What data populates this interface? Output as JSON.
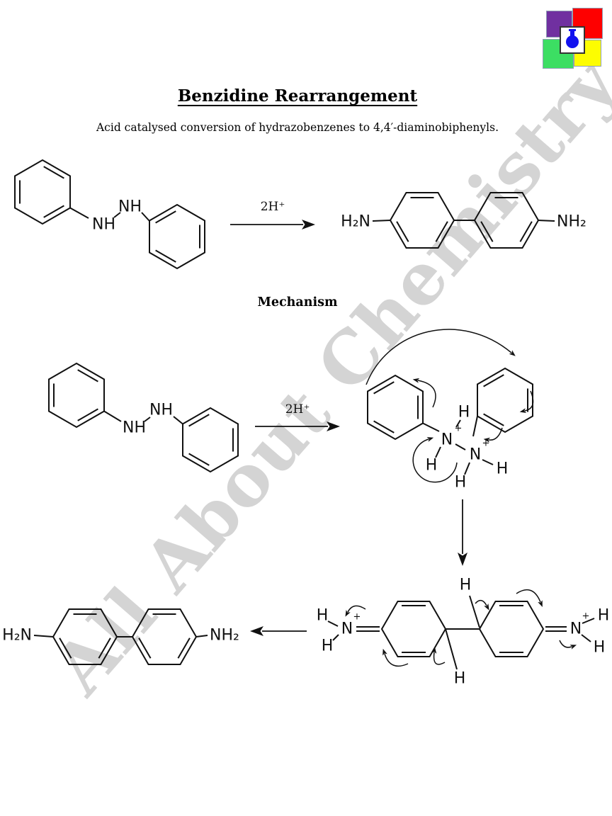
{
  "header": {
    "title": "Benzidine Rearrangement",
    "subtitle": "Acid catalysed conversion of hydrazobenzenes to 4,4′-diaminobiphenyls.",
    "mechanism_heading": "Mechanism"
  },
  "watermark": {
    "text": "All About Chemistry",
    "color": "#d4d4d4"
  },
  "logo": {
    "icon": "round-bottom-flask-icon",
    "colors": {
      "purple": "#7030A0",
      "red": "#FE0000",
      "green": "#3CDE63",
      "yellow": "#FDFD00",
      "flask_blue": "#1212EF"
    }
  },
  "reaction": {
    "catalyst": "2H⁺"
  },
  "atoms": {
    "nh": "NH",
    "h2n": "H₂N",
    "nh2": "NH₂",
    "n": "N",
    "h": "H",
    "plus": "+"
  }
}
